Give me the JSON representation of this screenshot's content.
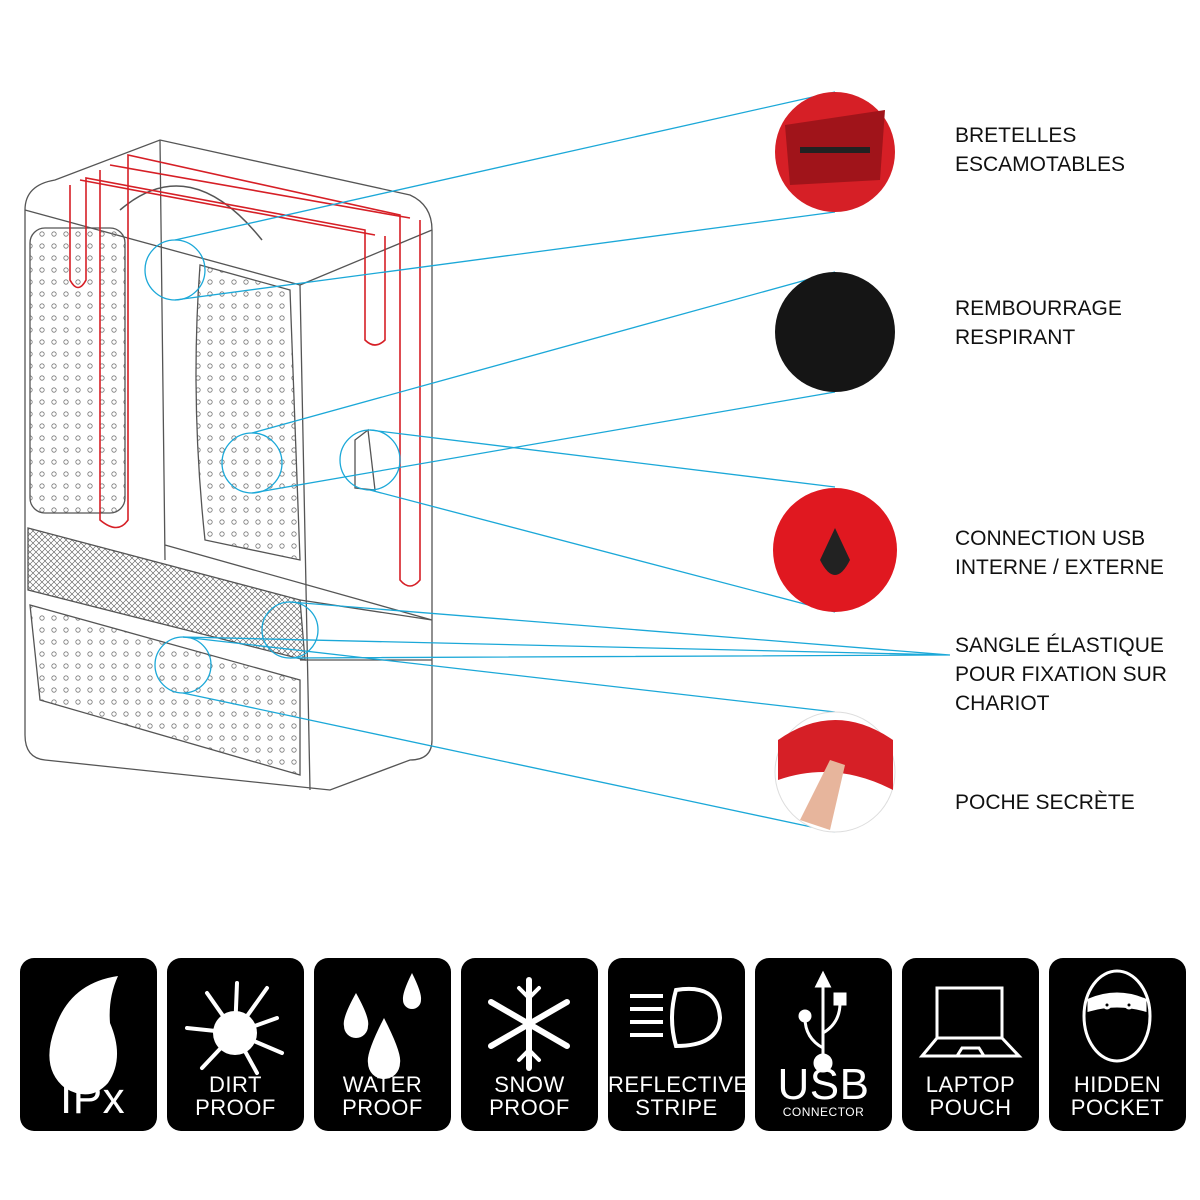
{
  "callouts": [
    {
      "line1": "BRETELLES",
      "line2": "ESCAMOTABLES",
      "icon": "straps-photo"
    },
    {
      "line1": "REMBOURRAGE",
      "line2": "RESPIRANT",
      "icon": "padding-photo"
    },
    {
      "line1": "CONNECTION USB",
      "line2": "INTERNE / EXTERNE",
      "icon": "usb-port-photo"
    },
    {
      "line1": "SANGLE ÉLASTIQUE",
      "line2": "POUR FIXATION SUR",
      "line3": "CHARIOT"
    },
    {
      "line1": "POCHE SECRÈTE",
      "icon": "secret-pocket-photo"
    }
  ],
  "features": [
    {
      "title": "IPx",
      "icon": "water-drop-icon"
    },
    {
      "line1": "DIRT",
      "line2": "PROOF",
      "icon": "splash-icon"
    },
    {
      "line1": "WATER",
      "line2": "PROOF",
      "icon": "rain-drops-icon"
    },
    {
      "line1": "SNOW",
      "line2": "PROOF",
      "icon": "snowflake-icon"
    },
    {
      "line1": "REFLECTIVE",
      "line2": "STRIPE",
      "icon": "headlight-icon"
    },
    {
      "title": "USB",
      "subtitle": "CONNECTOR",
      "icon": "usb-icon"
    },
    {
      "line1": "LAPTOP",
      "line2": "POUCH",
      "icon": "laptop-icon"
    },
    {
      "line1": "HIDDEN",
      "line2": "POCKET",
      "icon": "hidden-face-icon"
    }
  ],
  "colors": {
    "accent_line": "#1ba8d8",
    "strap_red": "#d61f26"
  }
}
